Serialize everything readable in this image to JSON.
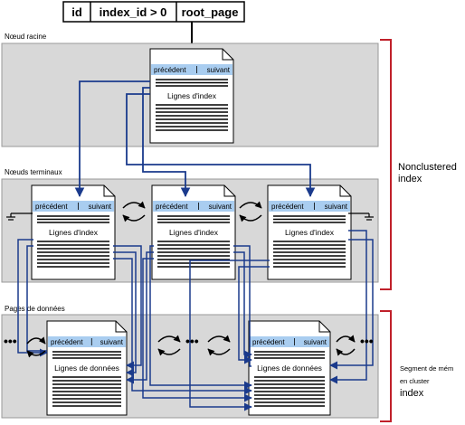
{
  "header": {
    "cells": [
      "id",
      "index_id > 0",
      "root_page"
    ]
  },
  "levels": {
    "root": "Nœud racine",
    "leaf": "Nœuds terminaux",
    "data": "Pages de données"
  },
  "page": {
    "prev": "précédent",
    "next": "suivant",
    "index_rows": "Lignes d'index",
    "data_rows": "Lignes de données"
  },
  "labels": {
    "nonclustered_1": "Nonclustered",
    "nonclustered_2": "index",
    "segment_1": "Segment de mém",
    "segment_2": "en cluster",
    "segment_3": "index"
  },
  "colors": {
    "arrow": "#1a3a8c",
    "band": "#d8d8d8",
    "pageHeader": "#a9cdf0",
    "bracket": "#c0202a"
  },
  "glyphs": {
    "ellipsis": "•••",
    "ground": "⏚"
  }
}
